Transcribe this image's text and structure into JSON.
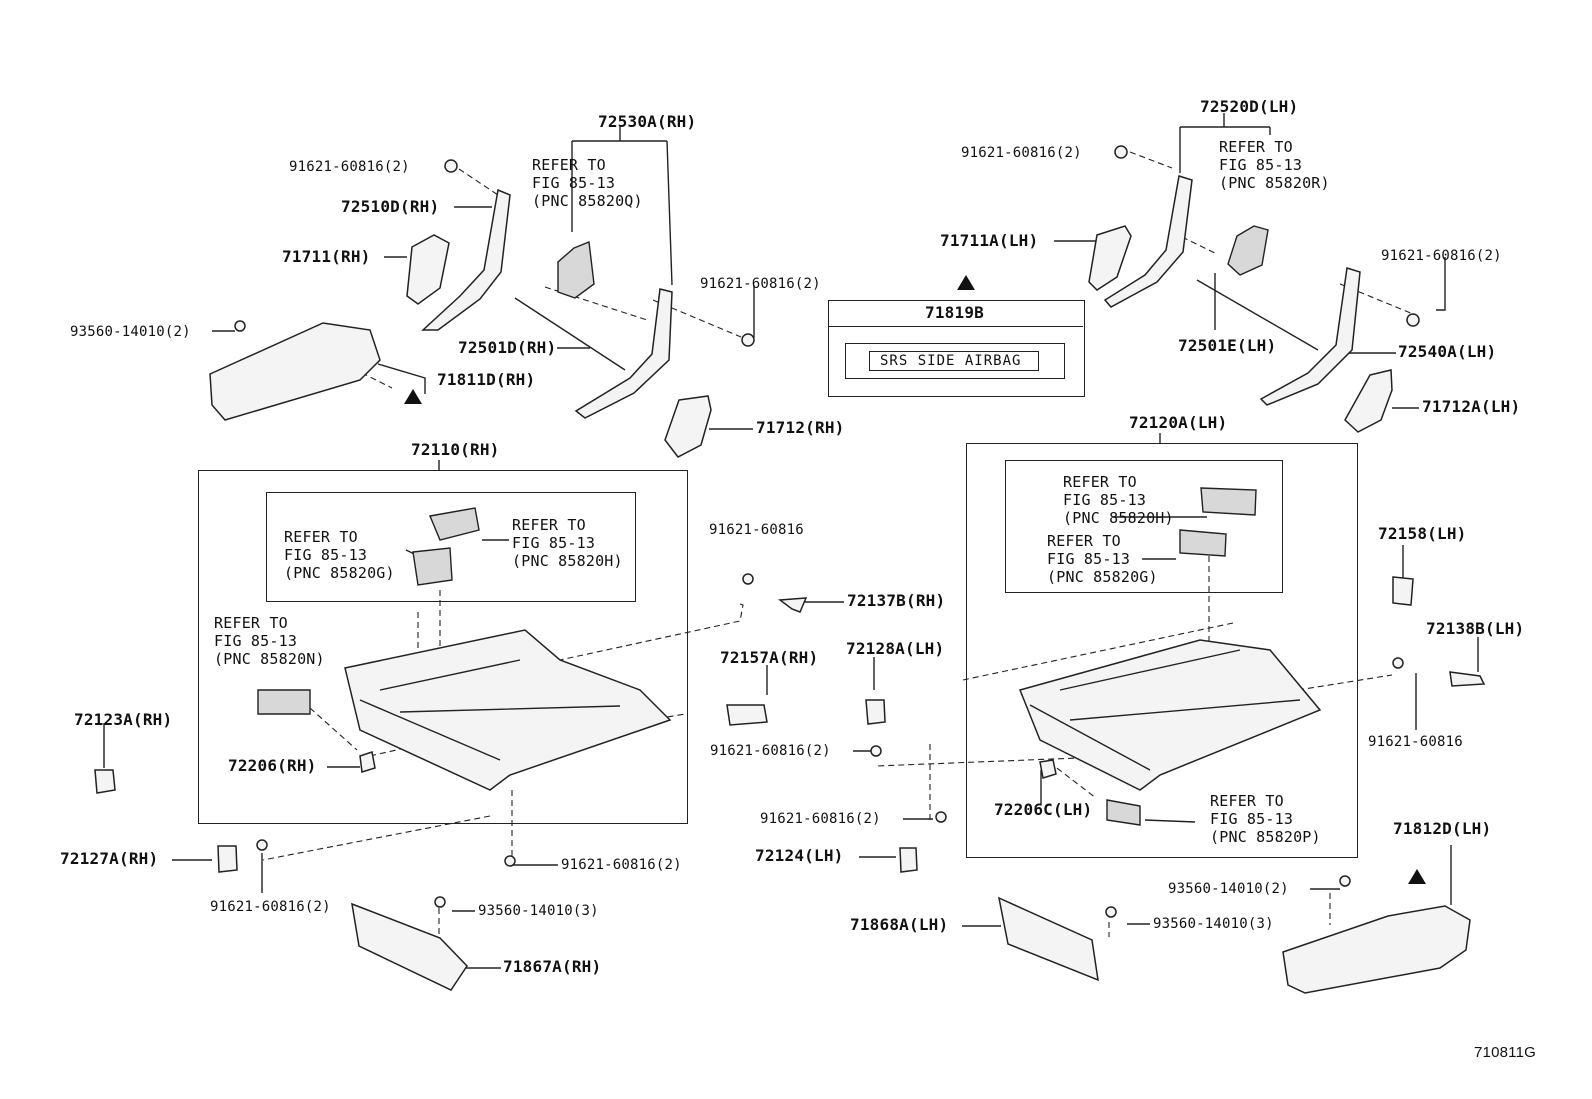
{
  "drawing_code": "710811G",
  "refer_text": {
    "line1": "REFER TO",
    "line2": "FIG 85-13"
  },
  "labels": {
    "p72530A": "72530A(RH)",
    "p72520D": "72520D(LH)",
    "p91621_2_tl": "91621-60816(2)",
    "p91621_2_tr": "91621-60816(2)",
    "p72510D": "72510D(RH)",
    "p71711": "71711(RH)",
    "p93560_2_tl": "93560-14010(2)",
    "p71811D": "71811D(RH)",
    "p72501D": "72501D(RH)",
    "p91621_2_mid": "91621-60816(2)",
    "p71712": "71712(RH)",
    "p71711A": "71711A(LH)",
    "p91621_2_r": "91621-60816(2)",
    "p72501E": "72501E(LH)",
    "p72540A": "72540A(LH)",
    "p71712A": "71712A(LH)",
    "p71819B": "71819B",
    "srs_plate": "SRS SIDE AIRBAG",
    "p72110": "72110(RH)",
    "p72120A": "72120A(LH)",
    "p91621_mid": "91621-60816",
    "p72137B": "72137B(RH)",
    "p72157A": "72157A(RH)",
    "p72128A": "72128A(LH)",
    "p91621_2_c1": "91621-60816(2)",
    "p72158": "72158(LH)",
    "p72138B": "72138B(LH)",
    "p91621_r": "91621-60816",
    "p72123A": "72123A(RH)",
    "p72206": "72206(RH)",
    "p72206C": "72206C(LH)",
    "p91621_2_c2": "91621-60816(2)",
    "p72127A": "72127A(RH)",
    "p91621_2_bl": "91621-60816(2)",
    "p91621_2_bm": "91621-60816(2)",
    "p93560_3_l": "93560-14010(3)",
    "p71867A": "71867A(RH)",
    "p72124": "72124(LH)",
    "p71868A": "71868A(LH)",
    "p93560_3_r": "93560-14010(3)",
    "p93560_2_r": "93560-14010(2)",
    "p71812D": "71812D(LH)"
  },
  "pnc": {
    "q": "(PNC 85820Q)",
    "r": "(PNC 85820R)",
    "g_rh": "(PNC 85820G)",
    "h_rh": "(PNC 85820H)",
    "n": "(PNC 85820N)",
    "h_lh": "(PNC 85820H)",
    "g_lh": "(PNC 85820G)",
    "p": "(PNC 85820P)"
  }
}
